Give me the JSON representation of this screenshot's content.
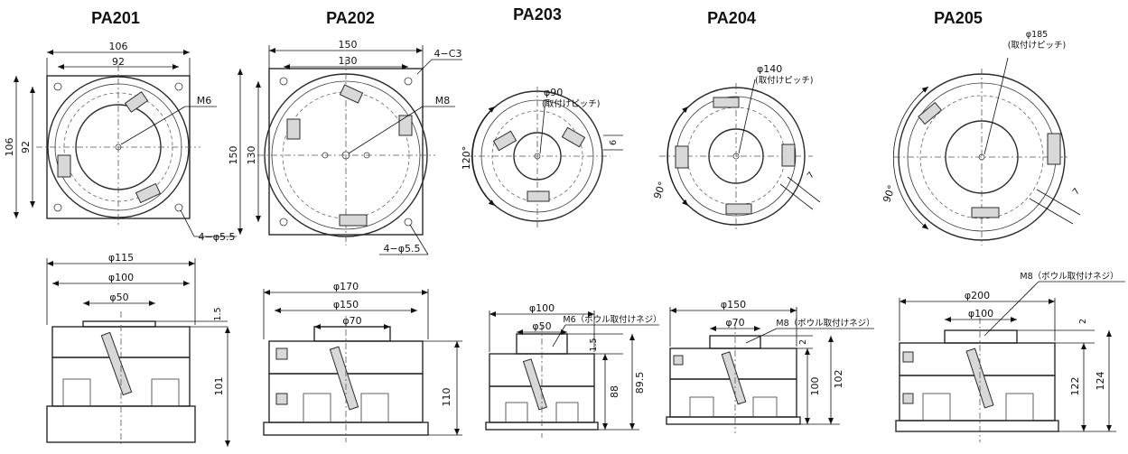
{
  "models": [
    {
      "title": "PA201",
      "top_dims": [
        "106",
        "92",
        "106",
        "92"
      ],
      "callouts": [
        "M6",
        "4−φ5.5"
      ],
      "side_dims": [
        "φ115",
        "φ100",
        "φ50",
        "1.5",
        "101"
      ]
    },
    {
      "title": "PA202",
      "top_dims": [
        "150",
        "130",
        "150",
        "130"
      ],
      "callouts": [
        "4−C3",
        "M8",
        "4−φ5.5"
      ],
      "side_dims": [
        "φ170",
        "φ150",
        "φ70",
        "110"
      ]
    },
    {
      "title": "PA203",
      "top_dims": [
        "φ90",
        "(取付けピッチ)",
        "120°",
        "6"
      ],
      "callouts": [
        "M6（ボウル取付けネジ）"
      ],
      "side_dims": [
        "φ100",
        "φ50",
        "1.5",
        "88",
        "89.5"
      ]
    },
    {
      "title": "PA204",
      "top_dims": [
        "φ140",
        "(取付けピッチ)",
        "90°",
        "7"
      ],
      "callouts": [
        "M8（ボウル取付けネジ）"
      ],
      "side_dims": [
        "φ150",
        "φ70",
        "2",
        "100",
        "102"
      ]
    },
    {
      "title": "PA205",
      "top_dims": [
        "φ185",
        "(取付けピッチ)",
        "90°",
        "7"
      ],
      "callouts": [
        "M8（ボウル取付けネジ）"
      ],
      "side_dims": [
        "φ200",
        "φ100",
        "2",
        "122",
        "124"
      ]
    }
  ]
}
